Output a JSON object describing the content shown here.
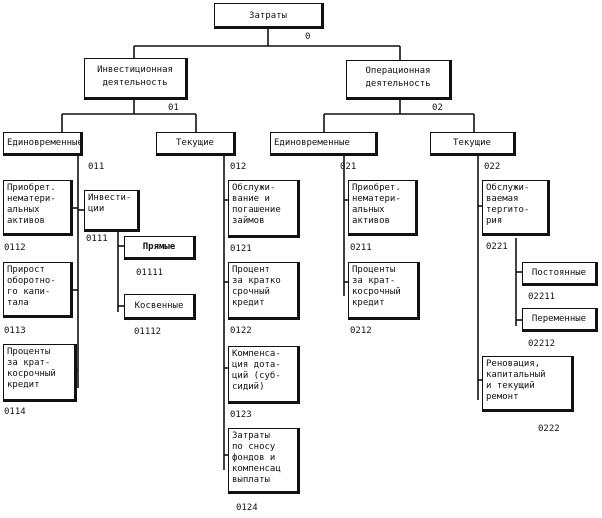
{
  "diagram": {
    "root": {
      "label": "Затраты",
      "code": "0"
    },
    "invest": {
      "label": "Инвестиционная\nдеятельность",
      "code": "01"
    },
    "oper": {
      "label": "Операционная\nдеятельность",
      "code": "02"
    },
    "inv_once": {
      "label": "Единовременные",
      "code": "011"
    },
    "inv_current": {
      "label": "Текущие",
      "code": "012"
    },
    "op_once": {
      "label": "Единовременные",
      "code": "021"
    },
    "op_current": {
      "label": "Текущие",
      "code": "022"
    },
    "n0112": {
      "label": "Приобрет.\nнематери-\nальных\nактивов",
      "code": "0112"
    },
    "n0113": {
      "label": "Прирост\nоборотно-\nго капи-\nтала",
      "code": "0113"
    },
    "n0114": {
      "label": "Проценты\nза крат-\nкосрочный\nкредит",
      "code": "0114"
    },
    "n0111": {
      "label": "Инвести-\nции",
      "code": "0111"
    },
    "n01111": {
      "label": "Прямые",
      "code": "01111"
    },
    "n01112": {
      "label": "Косвенные",
      "code": "01112"
    },
    "n0121": {
      "label": "Обслужи-\nвание и\nпогашение\nзаймов",
      "code": "0121"
    },
    "n0122": {
      "label": "Процент\nза кратко\nсрочный\nкредит",
      "code": "0122"
    },
    "n0123": {
      "label": "Компенса-\nция дота-\nций (суб-\nсидий)",
      "code": "0123"
    },
    "n0124": {
      "label": "Затраты\nпо сносу\nфондов и\nкомпенсац\nвыплаты",
      "code": "0124"
    },
    "n0211": {
      "label": "Приобрет.\nнематери-\nальных\nактивов",
      "code": "0211"
    },
    "n0212": {
      "label": "Проценты\nза крат-\nкосрочный\nкредит",
      "code": "0212"
    },
    "n0221": {
      "label": "Обслужи-\nваемая\nтерrито-\nрия",
      "code": "0221"
    },
    "n02211": {
      "label": "Постоянные",
      "code": "02211"
    },
    "n02212": {
      "label": "Переменные",
      "code": "02212"
    },
    "n0222": {
      "label": "Реновация,\nкапитальный\nи текущий\nремонт",
      "code": "0222"
    }
  }
}
